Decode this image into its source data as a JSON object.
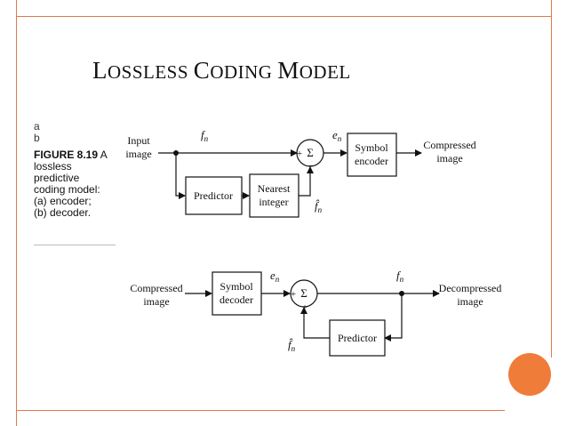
{
  "title": {
    "first_cap": "L",
    "rest1": "ossless ",
    "second_cap": "C",
    "rest2": "oding ",
    "third_cap": "M",
    "rest3": "odel"
  },
  "caption": {
    "sub_a": "a",
    "sub_b": "b",
    "figure_label": "FIGURE 8.19",
    "figure_text_a": " A",
    "line1": "lossless predictive",
    "line2": "coding model:",
    "line3": "(a) encoder;",
    "line4": "(b) decoder."
  },
  "encoder": {
    "input_l1": "Input",
    "input_l2": "image",
    "fn": "f",
    "n_sub": "n",
    "en": "e",
    "plus": "+",
    "minus": "−",
    "sigma": "Σ",
    "symbol_encoder_l1": "Symbol",
    "symbol_encoder_l2": "encoder",
    "compressed_l1": "Compressed",
    "compressed_l2": "image",
    "predictor": "Predictor",
    "nearest_l1": "Nearest",
    "nearest_l2": "integer",
    "fhat": "f̂"
  },
  "decoder": {
    "compressed_l1": "Compressed",
    "compressed_l2": "image",
    "symbol_decoder_l1": "Symbol",
    "symbol_decoder_l2": "decoder",
    "en": "e",
    "n_sub": "n",
    "plus": "+",
    "sigma": "Σ",
    "fn": "f",
    "decompressed_l1": "Decompressed",
    "decompressed_l2": "image",
    "predictor": "Predictor",
    "fhat": "f̂"
  },
  "colors": {
    "frame": "#e07a4a",
    "accent_circle": "#f07c3a"
  }
}
